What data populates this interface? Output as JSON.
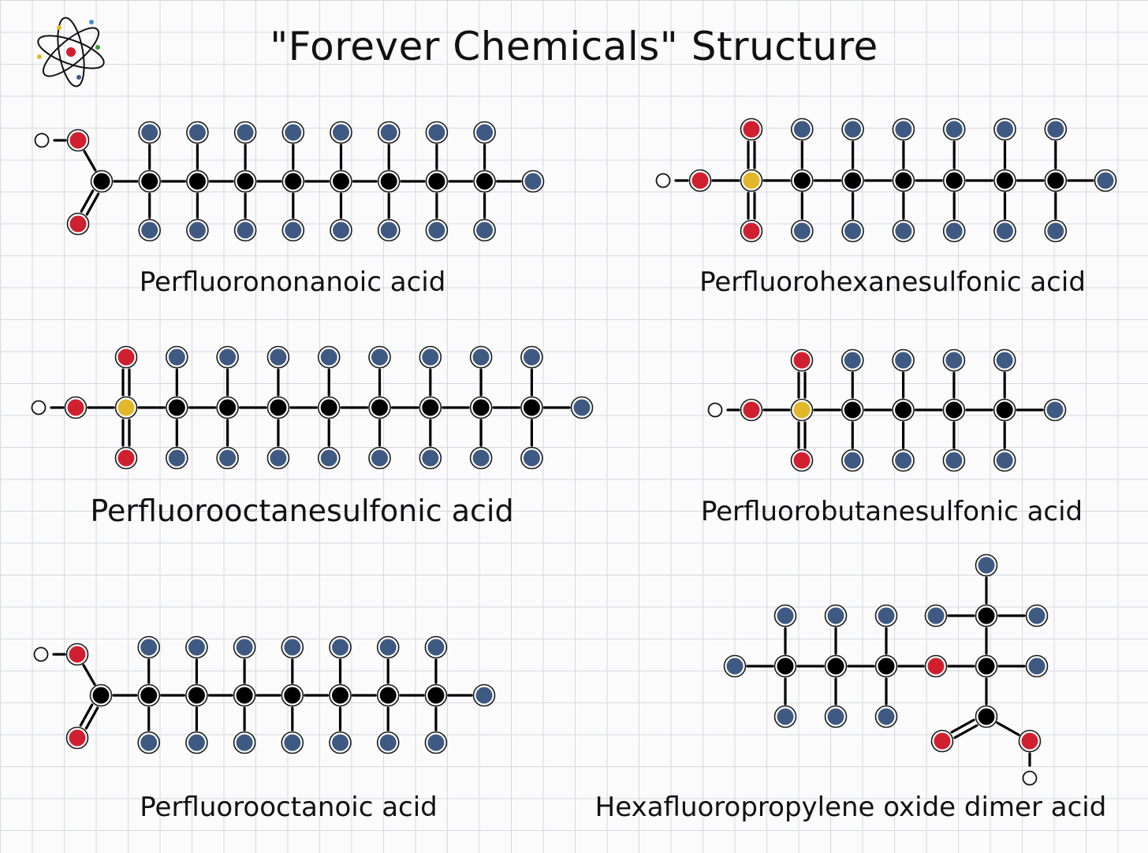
{
  "title": "\"Forever Chemicals\" Structure",
  "colors": {
    "carbon": "#000000",
    "fluorine": "#3f5a82",
    "oxygen": "#d0202f",
    "sulfur": "#e2b72a",
    "hydrogen": "#ffffff",
    "bond": "#000000"
  },
  "icons": {
    "logo": "atom-icon"
  },
  "molecules": [
    {
      "id": "pfna",
      "name": "Perfluorononanoic acid",
      "perfluoro_carbons": 8,
      "head_group": "carboxylic acid"
    },
    {
      "id": "pfhxs",
      "name": "Perfluorohexanesulfonic acid",
      "perfluoro_carbons": 6,
      "head_group": "sulfonic acid"
    },
    {
      "id": "pfos",
      "name": "Perfluorooctanesulfonic acid",
      "perfluoro_carbons": 8,
      "head_group": "sulfonic acid"
    },
    {
      "id": "pfbs",
      "name": "Perfluorobutanesulfonic acid",
      "perfluoro_carbons": 4,
      "head_group": "sulfonic acid"
    },
    {
      "id": "pfoa",
      "name": "Perfluorooctanoic acid",
      "perfluoro_carbons": 7,
      "head_group": "carboxylic acid"
    },
    {
      "id": "genx",
      "name": "Hexafluoropropylene oxide dimer acid",
      "perfluoro_carbons": 5,
      "head_group": "carboxylic acid"
    }
  ]
}
